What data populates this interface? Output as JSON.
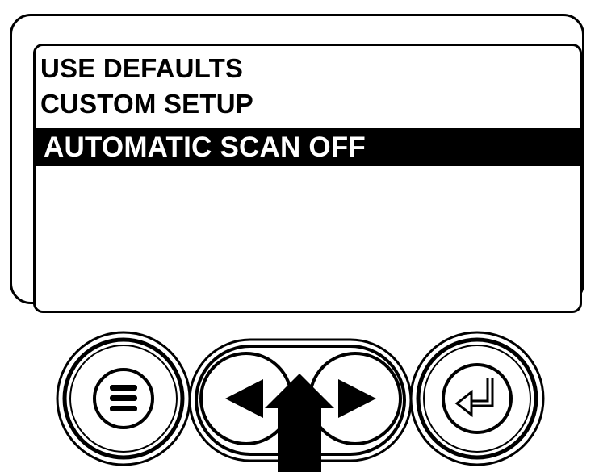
{
  "display": {
    "menu": [
      {
        "label": "USE DEFAULTS",
        "selected": false
      },
      {
        "label": "CUSTOM SETUP",
        "selected": false
      },
      {
        "label": "AUTOMATIC SCAN OFF",
        "selected": true
      }
    ]
  },
  "keypad": {
    "buttons": [
      {
        "name": "menu-button",
        "icon": "menu-lines-icon"
      },
      {
        "name": "left-arrow-button",
        "icon": "left-triangle-icon"
      },
      {
        "name": "right-arrow-button",
        "icon": "right-triangle-icon"
      },
      {
        "name": "enter-button",
        "icon": "return-arrow-icon"
      }
    ],
    "pointer": {
      "icon": "up-arrow-icon",
      "target": "left-right-button-group"
    }
  },
  "colors": {
    "ink": "#000000",
    "paper": "#ffffff"
  }
}
